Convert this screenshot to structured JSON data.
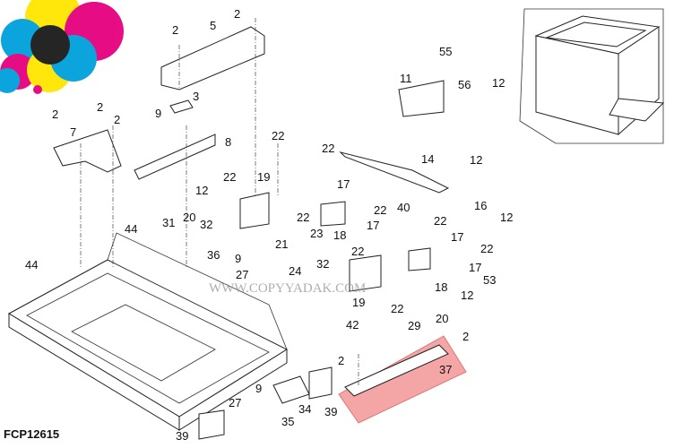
{
  "diagram": {
    "code": "FCP12615",
    "watermark": "WWW.COPYYADAK.COM",
    "highlight_color": "#f4a6a6",
    "logo_colors": [
      "#00a0dc",
      "#e5007e",
      "#ffe600",
      "#1a1a1a"
    ],
    "callouts": [
      "2",
      "5",
      "2",
      "3",
      "2",
      "7",
      "2",
      "2",
      "9",
      "8",
      "55",
      "11",
      "56",
      "12",
      "22",
      "22",
      "14",
      "12",
      "19",
      "22",
      "12",
      "17",
      "20",
      "32",
      "31",
      "22",
      "22",
      "17",
      "40",
      "16",
      "12",
      "22",
      "17",
      "22",
      "44",
      "21",
      "23",
      "18",
      "22",
      "36",
      "9",
      "27",
      "24",
      "32",
      "17",
      "18",
      "53",
      "12",
      "44",
      "19",
      "22",
      "42",
      "29",
      "20",
      "2",
      "2",
      "37",
      "9",
      "27",
      "34",
      "39",
      "35",
      "39"
    ]
  }
}
